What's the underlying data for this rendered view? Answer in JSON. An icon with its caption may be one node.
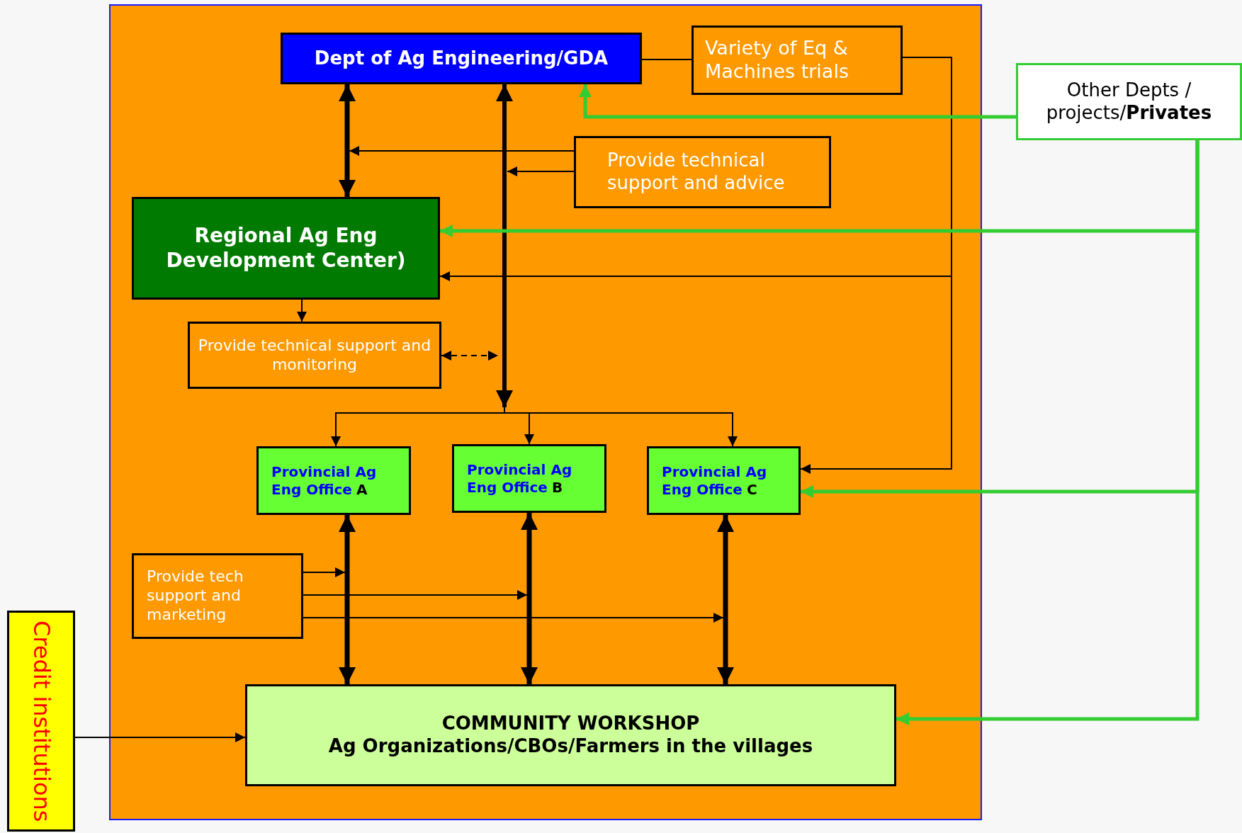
{
  "diagram": {
    "nodes": [
      {
        "text": [],
        "shape": "box"
      },
      {
        "text": [
          "Dept of Ag Engineering/GDA"
        ],
        "in": 0
      },
      {
        "text": [
          "Variety of Eq & Machines trials"
        ],
        "in": 0
      },
      {
        "text": [
          "Other Depts / projects/**Privates**"
        ]
      },
      {
        "text": [
          "Provide technical support and advice"
        ],
        "in": 0
      },
      {
        "text": [
          "Regional Ag Eng Development Center)"
        ],
        "in": 0
      },
      {
        "text": [
          "Provide technical  support and monitoring"
        ],
        "in": 0
      },
      {
        "text": [
          "Provincial Ag Eng Office",
          "A"
        ],
        "in": 0
      },
      {
        "text": [
          "Provincial Ag Eng Office",
          "B"
        ],
        "in": 0
      },
      {
        "text": [
          "Provincial Ag Eng Office",
          "C"
        ],
        "in": 0
      },
      {
        "text": [
          "Provide tech support and marketing"
        ],
        "in": 0
      },
      {
        "text": [
          "COMMUNITY WORKSHOP",
          "Ag Organizations/CBOs/Farmers in the villages"
        ],
        "in": 0
      },
      {
        "text": [
          "Credit institutions"
        ]
      }
    ],
    "edges": [
      {
        "from": 1,
        "to": 5,
        "arrow": "both",
        "style": "thick"
      },
      {
        "from": 1,
        "to": 7,
        "arrow": "both"
      },
      {
        "from": 1,
        "to": 8,
        "arrow": "both"
      },
      {
        "from": 1,
        "to": 9,
        "arrow": "both"
      },
      {
        "from": 4,
        "to": null,
        "arrow": "to"
      },
      {
        "from": 4,
        "to": null,
        "arrow": "to"
      },
      {
        "from": 1,
        "to": 2,
        "arrow": "none"
      },
      {
        "from": 2,
        "to": 5,
        "arrow": "to"
      },
      {
        "from": 2,
        "to": 9,
        "arrow": "to"
      },
      {
        "from": 3,
        "to": 1,
        "arrow": "to",
        "style": "thick",
        "color": "#33cc33"
      },
      {
        "from": 3,
        "to": 5,
        "arrow": "to",
        "style": "thick",
        "color": "#33cc33"
      },
      {
        "from": 3,
        "to": 9,
        "arrow": "to",
        "style": "thick",
        "color": "#33cc33"
      },
      {
        "from": 3,
        "to": 11,
        "arrow": "to",
        "style": "thick",
        "color": "#33cc33"
      },
      {
        "from": 5,
        "to": 6,
        "arrow": "to"
      },
      {
        "from": 6,
        "to": null,
        "arrow": "both",
        "style": "dashed"
      },
      {
        "from": 7,
        "to": 11,
        "arrow": "both",
        "style": "thick"
      },
      {
        "from": 8,
        "to": 11,
        "arrow": "both",
        "style": "thick"
      },
      {
        "from": 9,
        "to": 11,
        "arrow": "both",
        "style": "thick"
      },
      {
        "from": 10,
        "to": null,
        "arrow": "to"
      },
      {
        "from": 10,
        "to": null,
        "arrow": "to"
      },
      {
        "from": 10,
        "to": null,
        "arrow": "to"
      },
      {
        "from": 12,
        "to": 11,
        "arrow": "to"
      }
    ]
  }
}
